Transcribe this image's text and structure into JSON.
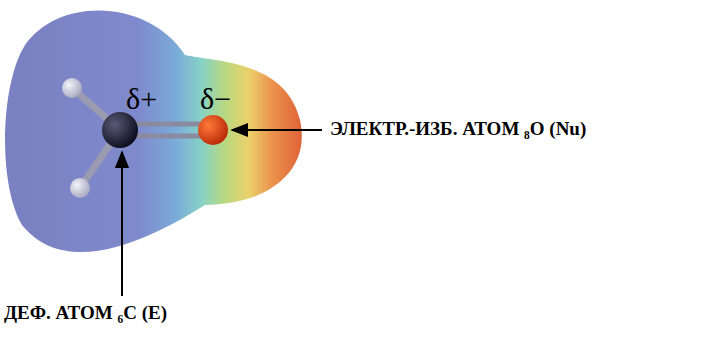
{
  "diagram": {
    "labels": [
      "δ+",
      "δ−",
      "ЭЛЕКТР.-ИЗБ. АТОМ ₈O (Nu)",
      "ДЕФ. АТОМ ₆C (E)"
    ]
  }
}
